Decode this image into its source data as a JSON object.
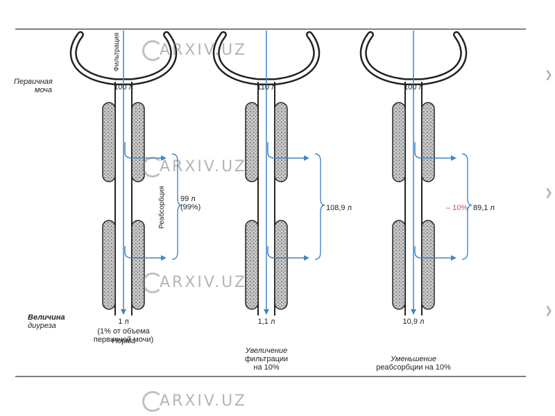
{
  "diagram": {
    "left_labels": {
      "primary_urine": [
        "Первичная",
        "моча"
      ],
      "diuresis": [
        "Величина",
        "диуреза"
      ]
    },
    "filtration_label": "Фильтрация",
    "reabsorption_label": "Реабсорбция",
    "columns": [
      {
        "top_volume": "100 л",
        "bracket_value": [
          "99 л",
          "(99%)"
        ],
        "bottom_volume": "1 л",
        "note": [
          "(1% от объема",
          "первичной мочи)"
        ],
        "caption": [
          "Норма"
        ]
      },
      {
        "top_volume": "110 л",
        "bracket_value": [
          "108,9 л"
        ],
        "bottom_volume": "1,1 л",
        "caption": [
          "Увеличение",
          "фильтрации",
          "на 10%"
        ]
      },
      {
        "top_volume": "100 л",
        "change_label": "– 10%",
        "bracket_value": [
          "89,1 л"
        ],
        "bottom_volume": "10,9 л",
        "caption": [
          "Уменьшение",
          "реабсорбции на 10%"
        ]
      }
    ],
    "watermark": "ARXIV.UZ",
    "colors": {
      "arrow": "#3f86c6",
      "highlight": "#d4427a",
      "tube": "#222222",
      "fill": "#b9b9b9"
    }
  }
}
